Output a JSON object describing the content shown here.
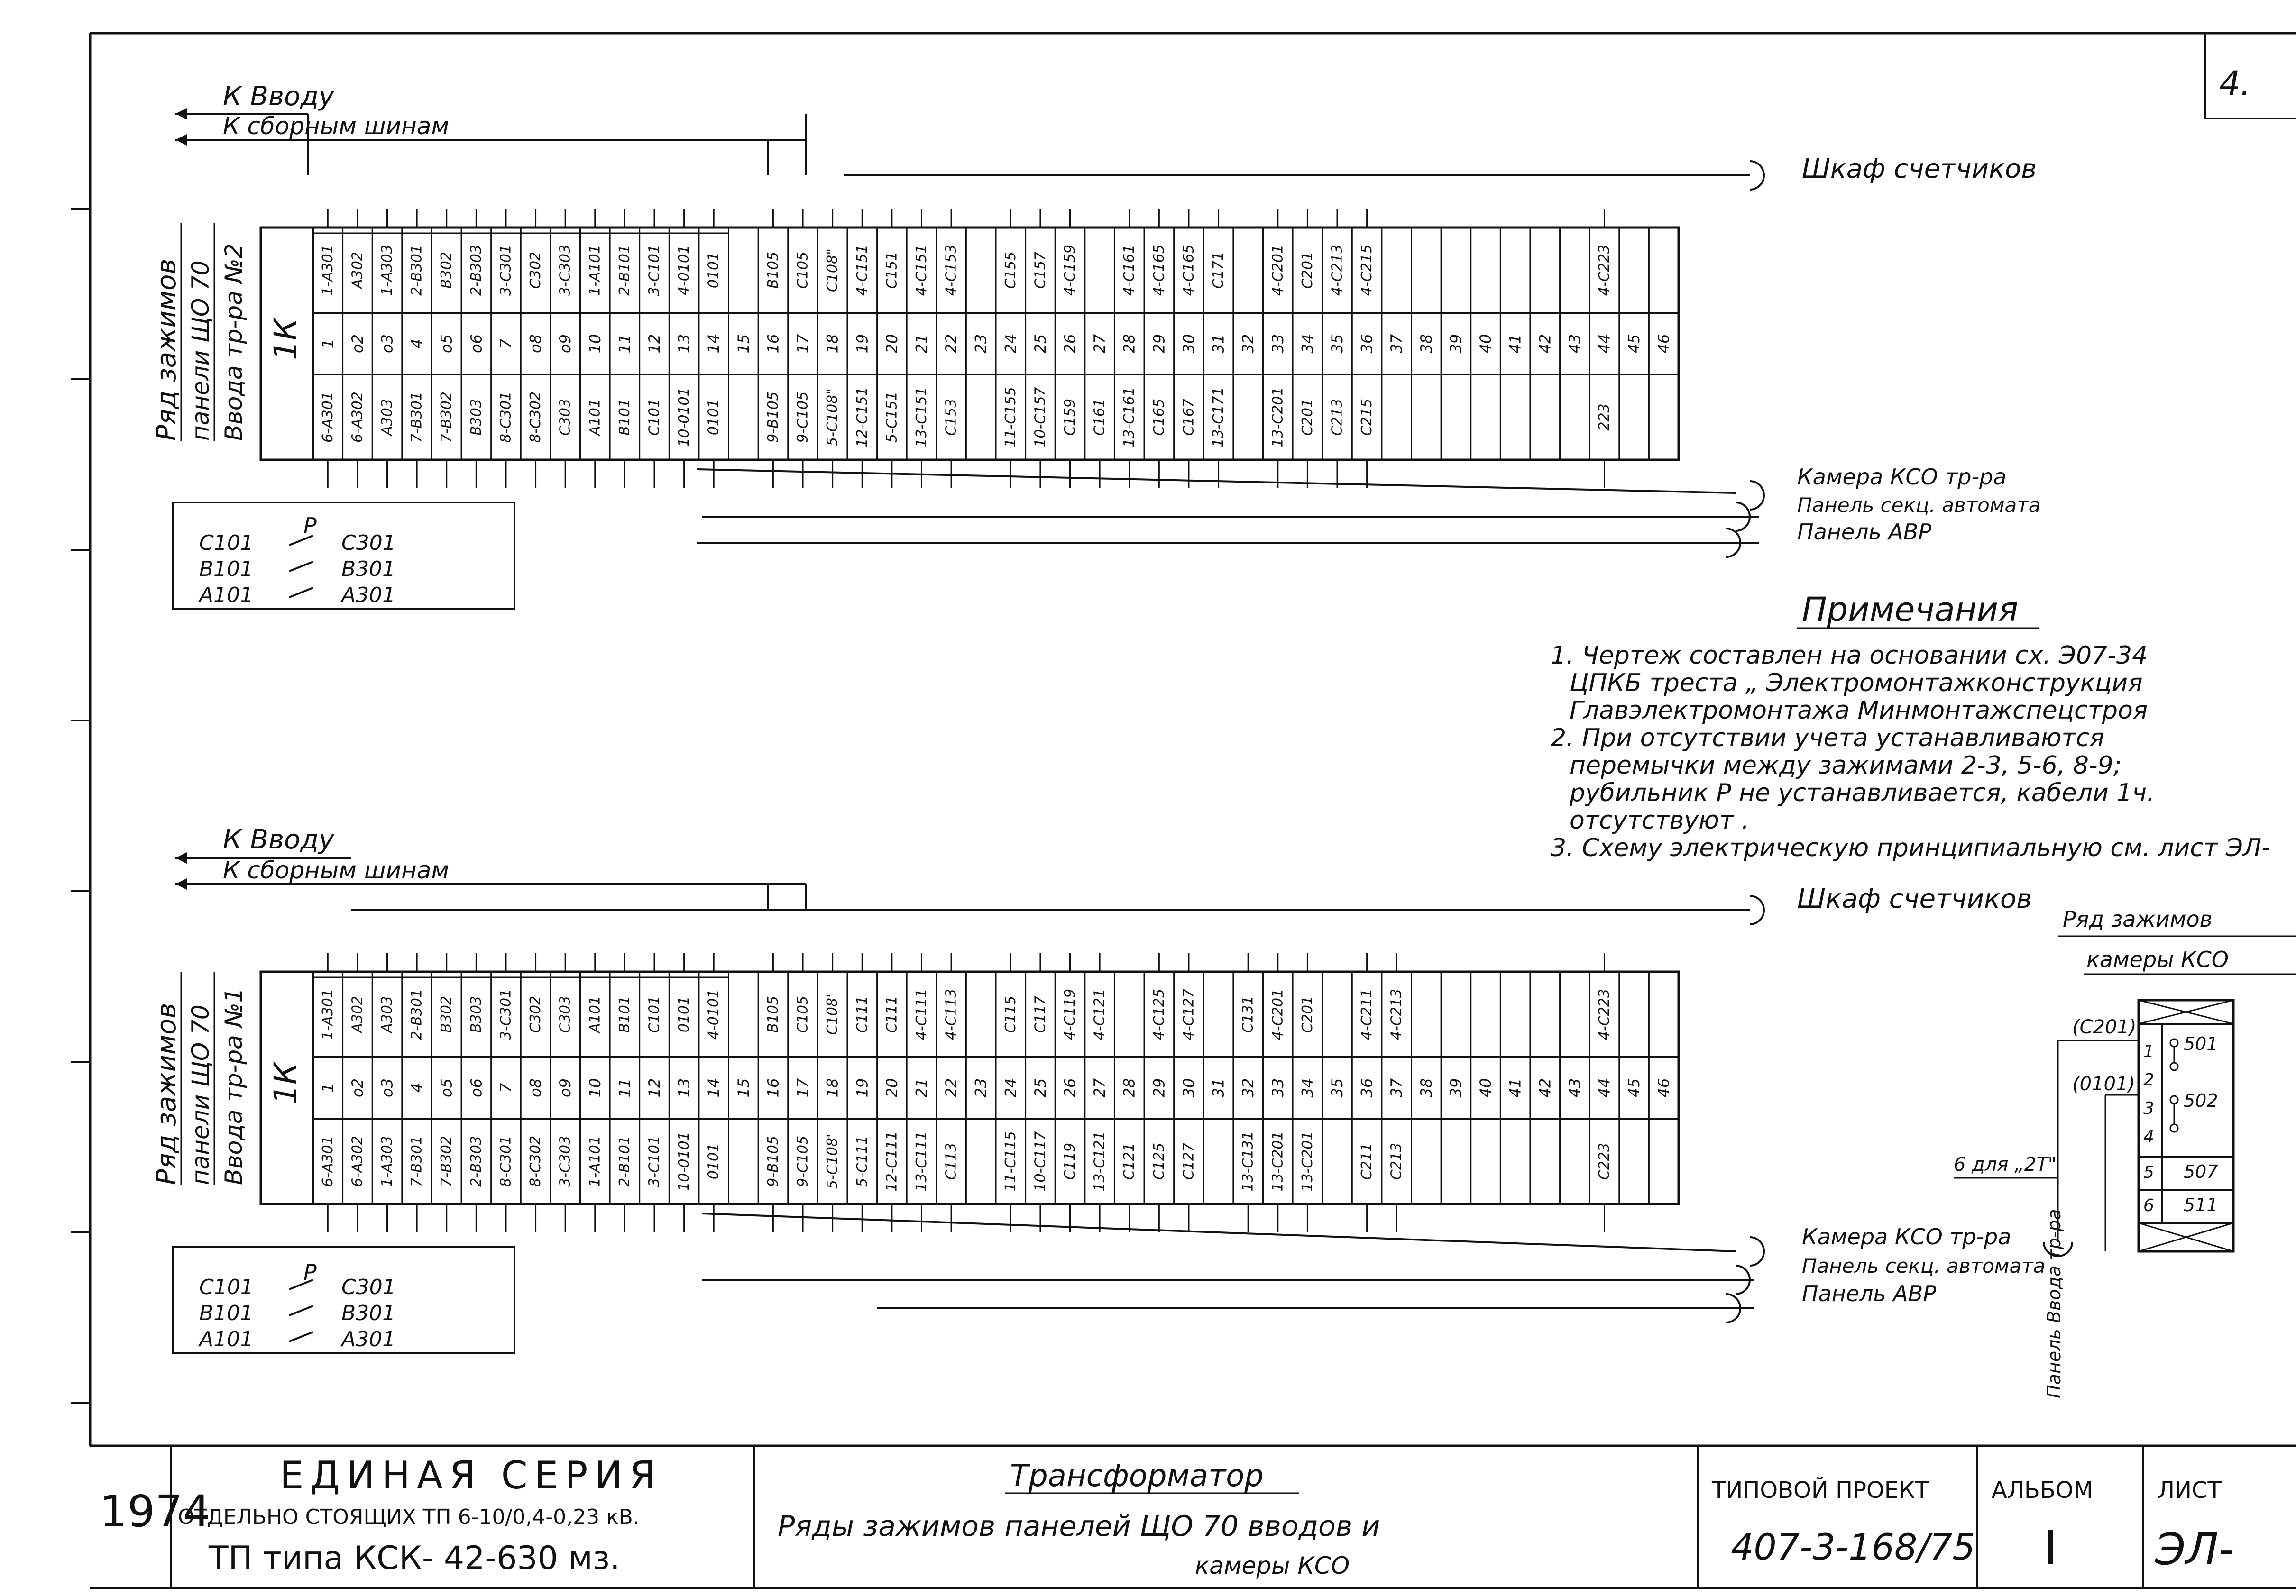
{
  "sheet_corner": "4.",
  "upper_panel": {
    "side_label_1": "Ряд зажимов",
    "side_label_2": "панели ЩО 70",
    "side_label_3": "Ввода тр-ра №2",
    "block_id": "1К",
    "left_arrow_1": "К Вводу",
    "left_arrow_2": "К сборным шинам",
    "right_arrow_top": "Шкаф счетчиков",
    "right_arrow_1": "Камера КСО тр-ра",
    "right_arrow_2": "Панель секц. автомата",
    "right_arrow_3": "Панель АВР",
    "top_row": [
      "1-А301",
      "А302",
      "1-А303",
      "2-В301",
      "В302",
      "2-В303",
      "3-С301",
      "С302",
      "3-С303",
      "1-А101",
      "2-В101",
      "3-С101",
      "4-0101",
      "0101",
      "",
      "В105",
      "С105",
      "С108\"",
      "4-С151",
      "С151",
      "4-С151",
      "4-С153",
      "",
      "С155",
      "С157",
      "4-С159",
      "",
      "4-С161",
      "4-С165",
      "4-С165",
      "С171",
      "",
      "4-С201",
      "С201",
      "4-С213",
      "4-С215",
      "",
      "",
      "",
      "",
      "",
      "",
      "",
      "4-С223",
      "",
      ""
    ],
    "mid_row": [
      "1",
      "о2",
      "о3",
      "4",
      "о5",
      "о6",
      "7",
      "о8",
      "о9",
      "10",
      "11",
      "12",
      "13",
      "14",
      "15",
      "16",
      "17",
      "18",
      "19",
      "20",
      "21",
      "22",
      "23",
      "24",
      "25",
      "26",
      "27",
      "28",
      "29",
      "30",
      "31",
      "32",
      "33",
      "34",
      "35",
      "36",
      "37",
      "38",
      "39",
      "40",
      "41",
      "42",
      "43",
      "44",
      "45",
      "46"
    ],
    "bot_row": [
      "6-А301",
      "6-А302",
      "А303",
      "7-В301",
      "7-В302",
      "В303",
      "8-С301",
      "8-С302",
      "С303",
      "А101",
      "В101",
      "С101",
      "10-0101",
      "0101",
      "",
      "9-В105",
      "9-С105",
      "5-С108\"",
      "12-С151",
      "5-С151",
      "13-С151",
      "С153",
      "",
      "11-С155",
      "10-С157",
      "С159",
      "С161",
      "13-С161",
      "С165",
      "С167",
      "13-С171",
      "",
      "13-С201",
      "С201",
      "С213",
      "С215",
      "",
      "",
      "",
      "",
      "",
      "",
      "",
      "223",
      "",
      ""
    ]
  },
  "upper_switch": {
    "switch_label": "Р",
    "left_labels": [
      "С101",
      "В101",
      "А101"
    ],
    "right_labels": [
      "С301",
      "В301",
      "А301"
    ]
  },
  "lower_panel": {
    "side_label_1": "Ряд зажимов",
    "side_label_2": "панели ЩО 70",
    "side_label_3": "Ввода тр-ра №1",
    "block_id": "1К",
    "left_arrow_1": "К Вводу",
    "left_arrow_2": "К сборным шинам",
    "right_arrow_top": "Шкаф счетчиков",
    "right_arrow_1": "Камера КСО тр-ра",
    "right_arrow_2": "Панель секц. автомата",
    "right_arrow_3": "Панель АВР",
    "top_row": [
      "1-А301",
      "А302",
      "А303",
      "2-В301",
      "В302",
      "В303",
      "3-С301",
      "С302",
      "С303",
      "А101",
      "В101",
      "С101",
      "0101",
      "4-0101",
      "",
      "В105",
      "С105",
      "С108'",
      "С111",
      "С111",
      "4-С111",
      "4-С113",
      "",
      "С115",
      "С117",
      "4-С119",
      "4-С121",
      "",
      "4-С125",
      "4-С127",
      "",
      "С131",
      "4-С201",
      "С201",
      "",
      "4-С211",
      "4-С213",
      "",
      "",
      "",
      "",
      "",
      "",
      "4-С223",
      "",
      ""
    ],
    "mid_row": [
      "1",
      "о2",
      "о3",
      "4",
      "о5",
      "о6",
      "7",
      "о8",
      "о9",
      "10",
      "11",
      "12",
      "13",
      "14",
      "15",
      "16",
      "17",
      "18",
      "19",
      "20",
      "21",
      "22",
      "23",
      "24",
      "25",
      "26",
      "27",
      "28",
      "29",
      "30",
      "31",
      "32",
      "33",
      "34",
      "35",
      "36",
      "37",
      "38",
      "39",
      "40",
      "41",
      "42",
      "43",
      "44",
      "45",
      "46"
    ],
    "bot_row": [
      "6-А301",
      "6-А302",
      "1-А303",
      "7-В301",
      "7-В302",
      "2-В303",
      "8-С301",
      "8-С302",
      "3-С303",
      "1-А101",
      "2-В101",
      "3-С101",
      "10-0101",
      "0101",
      "",
      "9-В105",
      "9-С105",
      "5-С108'",
      "5-С111",
      "12-С111",
      "13-С111",
      "С113",
      "",
      "11-С115",
      "10-С117",
      "С119",
      "13-С121",
      "С121",
      "С125",
      "С127",
      "",
      "13-С131",
      "13-С201",
      "13-С201",
      "",
      "С211",
      "С213",
      "",
      "",
      "",
      "",
      "",
      "",
      "С223",
      "",
      ""
    ]
  },
  "lower_switch": {
    "switch_label": "Р",
    "left_labels": [
      "С101",
      "В101",
      "А101"
    ],
    "right_labels": [
      "С301",
      "В301",
      "А301"
    ]
  },
  "kso": {
    "title_1": "Ряд зажимов",
    "title_2": "камеры КСО",
    "left_tag_1": "(С201)",
    "left_tag_2": "(0101)",
    "numbers": [
      "1",
      "2",
      "3",
      "4",
      "5",
      "6"
    ],
    "values": [
      "501",
      "502",
      "507",
      "511"
    ],
    "note": "6 для „2Т\"",
    "vertical_label": "Панель Ввода тр-ра"
  },
  "notes": {
    "title": "Примечания",
    "lines": [
      "1. Чертеж составлен на основании сх. Э07-34",
      "ЦПКБ треста „ Электромонтажконструкция",
      "Главэлектромонтажа Минмонтажспецстроя",
      "2. При отсутствии учета устанавливаются",
      "перемычки между зажимами 2-3, 5-6, 8-9;",
      "рубильник Р не устанавливается, кабели 1ч.",
      "отсутствуют .",
      "3. Схему электрическую принципиальную см. лист ЭЛ-"
    ]
  },
  "title_block": {
    "year": "1974",
    "series_line_1": "ЕДИНАЯ СЕРИЯ",
    "series_line_2": "ОТДЕЛЬНО СТОЯЩИХ ТП 6-10/0,4-0,23 кВ.",
    "series_line_3": "ТП типа КСК- 42-630 мз.",
    "drawing_title": "Трансформатор",
    "drawing_subtitle_1": "Ряды зажимов панелей ЩО 70 вводов и",
    "drawing_subtitle_2": "камеры КСО",
    "project_label": "ТИПОВОЙ ПРОЕКТ",
    "project_number": "407-3-168/75",
    "album_label": "АЛЬБОМ",
    "album_value": "I",
    "sheet_label": "ЛИСТ",
    "sheet_value": "ЭЛ-"
  }
}
